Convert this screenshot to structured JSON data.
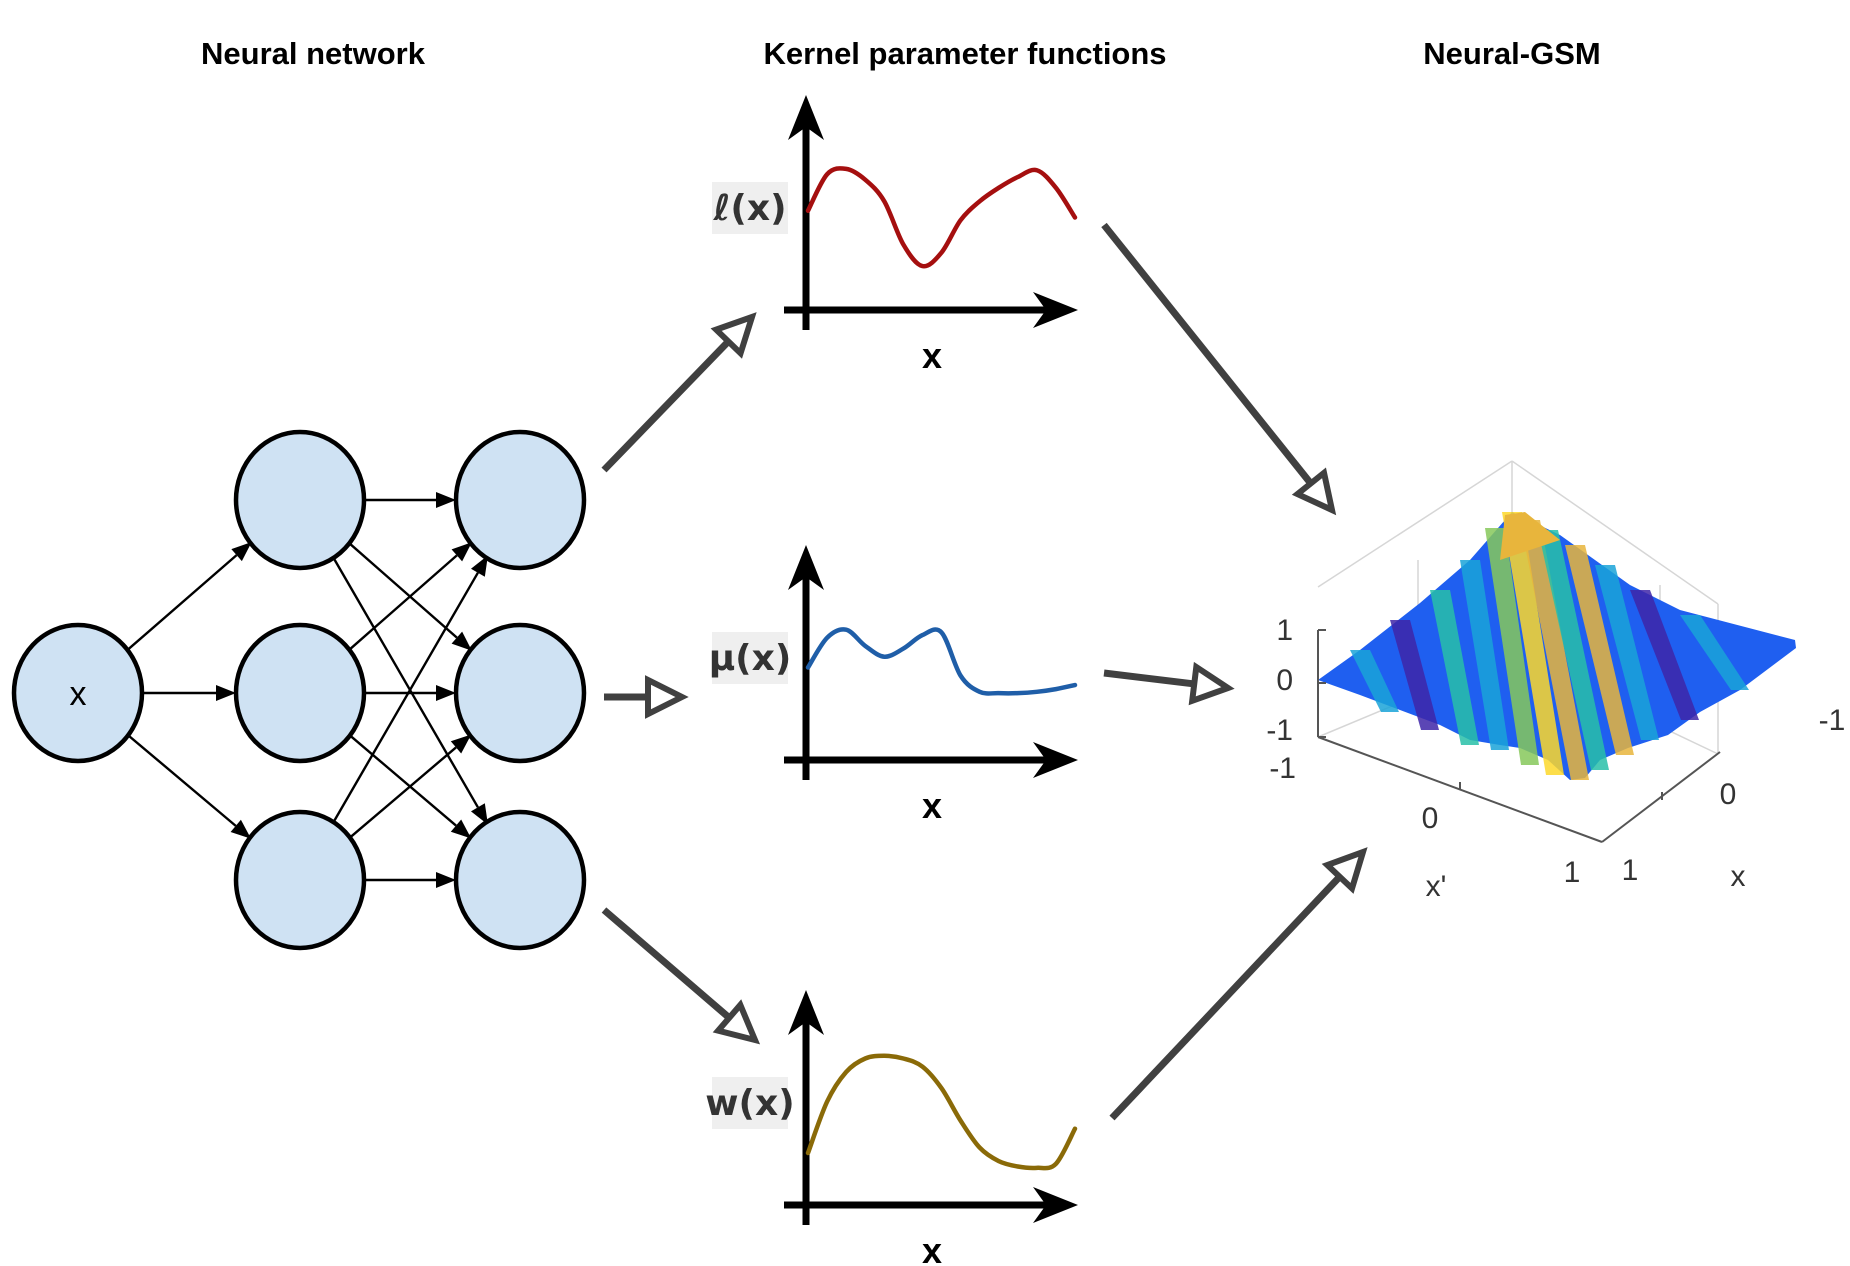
{
  "titles": {
    "neural_network": "Neural network",
    "kernel_functions": "Kernel parameter functions",
    "neural_gsm": "Neural-GSM"
  },
  "network": {
    "input_label": "x",
    "layers": [
      1,
      3,
      3
    ],
    "node_color": "#cfe2f3"
  },
  "functions": [
    {
      "id": "lengthscale",
      "label": "ℓ(x)",
      "xlabel": "x",
      "color": "#a50f0f",
      "profile": [
        0.55,
        0.82,
        0.86,
        0.78,
        0.62,
        0.3,
        0.14,
        0.24,
        0.48,
        0.62,
        0.72,
        0.8,
        0.85,
        0.72,
        0.5
      ]
    },
    {
      "id": "frequency",
      "label": "μ(x)",
      "xlabel": "x",
      "color": "#1f5ea8",
      "profile": [
        0.5,
        0.72,
        0.78,
        0.66,
        0.58,
        0.64,
        0.74,
        0.76,
        0.44,
        0.32,
        0.31,
        0.31,
        0.32,
        0.34,
        0.37
      ]
    },
    {
      "id": "weight",
      "label": "w(x)",
      "xlabel": "x",
      "color": "#8a6a08",
      "profile": [
        0.2,
        0.58,
        0.8,
        0.9,
        0.92,
        0.9,
        0.84,
        0.68,
        0.44,
        0.24,
        0.14,
        0.1,
        0.09,
        0.12,
        0.38
      ]
    }
  ],
  "surface": {
    "title": "Neural-GSM",
    "z_ticks": [
      "1",
      "0",
      "-1"
    ],
    "x_prime_ticks": [
      "-1",
      "0",
      "1"
    ],
    "x_ticks": [
      "1",
      "0",
      "-1"
    ],
    "x_prime_label": "x'",
    "x_label": "x",
    "colormap": [
      "#3e26a8",
      "#1f5ff0",
      "#1aa3d8",
      "#28c0a8",
      "#86c85a",
      "#e8b53c",
      "#fdd82a"
    ]
  }
}
